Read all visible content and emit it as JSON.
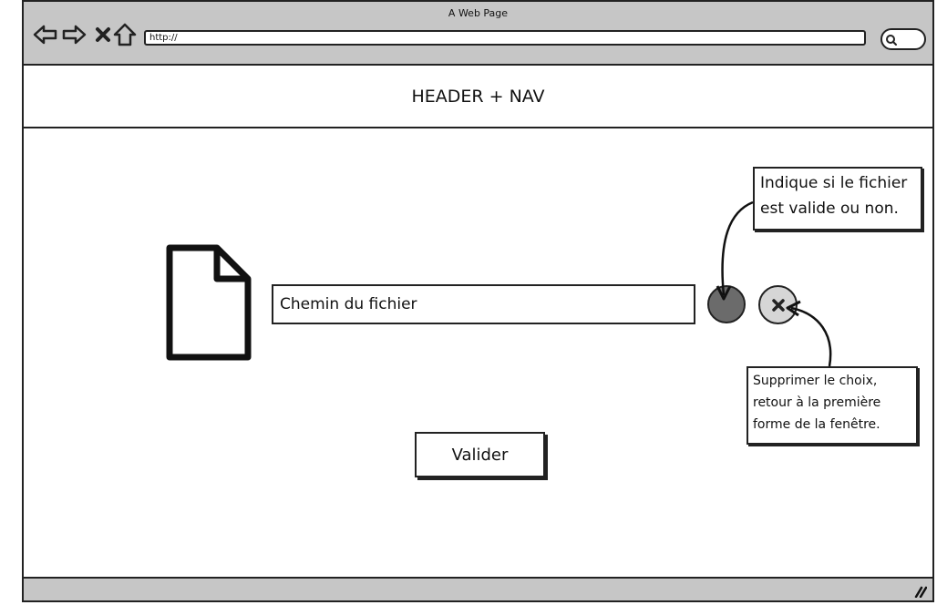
{
  "window": {
    "title": "A Web Page"
  },
  "toolbar": {
    "back_icon": "arrow-left-icon",
    "forward_icon": "arrow-right-icon",
    "stop_icon": "close-icon",
    "home_icon": "home-icon",
    "url": "http://",
    "search_icon": "search-icon"
  },
  "header": {
    "label": "HEADER + NAV"
  },
  "form": {
    "file_icon": "document-icon",
    "path_placeholder": "Chemin du fichier",
    "status_indicator": "valid-status-indicator",
    "clear_icon": "close-icon",
    "submit_label": "Valider"
  },
  "annotations": {
    "valid_note_line1": "Indique si le fichier",
    "valid_note_line2": "est valide ou non.",
    "clear_note_line1": "Supprimer le choix,",
    "clear_note_line2": "retour à la première",
    "clear_note_line3": "forme de la fenêtre."
  },
  "colors": {
    "chrome": "#c6c6c6",
    "status_dot": "#6b6b6b",
    "clear_button": "#d6d6d6",
    "stroke": "#222222"
  }
}
